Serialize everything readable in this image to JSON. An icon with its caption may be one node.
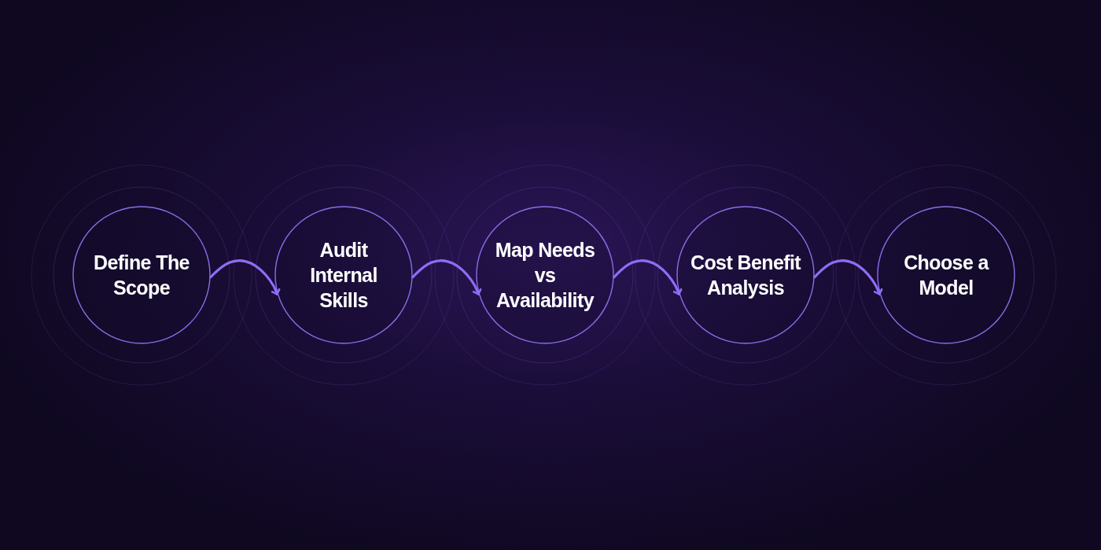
{
  "diagram": {
    "nodes": [
      {
        "text": [
          "Define The Scope"
        ]
      },
      {
        "text": [
          "Audit Internal Skills"
        ]
      },
      {
        "text": [
          "Map Needs vs Availability"
        ]
      },
      {
        "text": [
          "Cost Benefit Analysis"
        ]
      },
      {
        "text": [
          "Choose a Model"
        ]
      }
    ],
    "edges": [
      {
        "from": 0,
        "to": 1,
        "arrow": "to"
      },
      {
        "from": 1,
        "to": 2,
        "arrow": "to"
      },
      {
        "from": 2,
        "to": 3,
        "arrow": "to"
      },
      {
        "from": 3,
        "to": 4,
        "arrow": "to"
      }
    ]
  }
}
